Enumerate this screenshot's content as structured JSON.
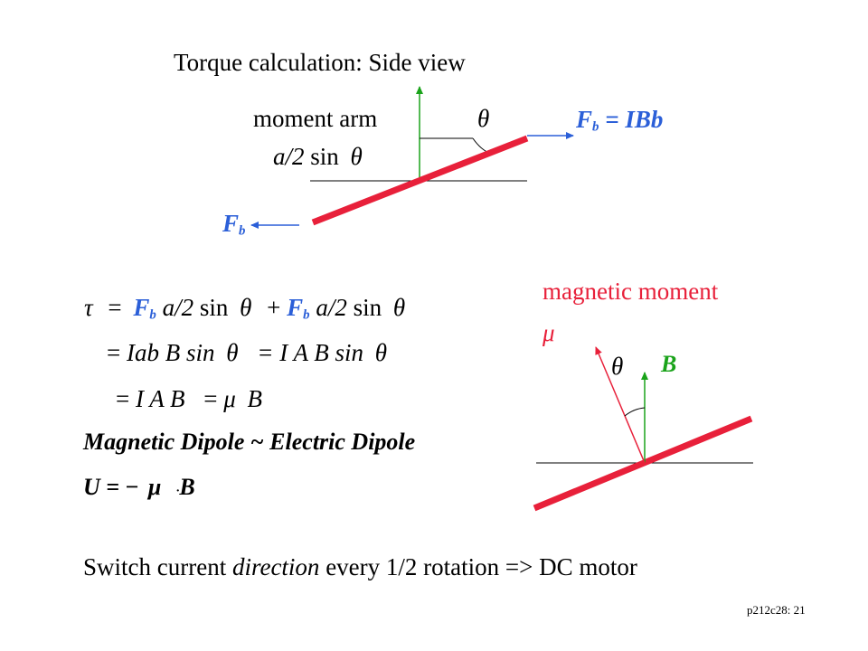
{
  "title": "Torque calculation: Side view",
  "top_diagram": {
    "moment_arm_label": "moment  arm",
    "moment_arm_expr_a": "a/2",
    "moment_arm_expr_b": "sin",
    "theta": "θ",
    "fb_right_F": "F",
    "fb_right_sub": "b",
    "fb_right_eq": "= IBb",
    "fb_left_F": "F",
    "fb_left_sub": "b"
  },
  "equations": {
    "tau": "τ",
    "eq1_eq": "=",
    "eq1_F1": "F",
    "eq1_sub1": "b",
    "eq1_a1": "a/2",
    "eq1_sin1": "sin",
    "eq1_theta1": "θ",
    "eq1_plus": "+",
    "eq1_F2": "F",
    "eq1_sub2": "b",
    "eq1_a2": "a/2",
    "eq1_sin2": "sin",
    "eq1_theta2": "θ",
    "eq2_eq": "=",
    "eq2_text1": "Iab B sin",
    "eq2_theta1": "θ",
    "eq2_text2": "= I A B sin",
    "eq2_theta2": "θ",
    "eq3_eq1": "=",
    "eq3_IA": "I A",
    "eq3_box1": "",
    "eq3_B1": "B",
    "eq3_eq2": "=",
    "eq3_mu": "μ",
    "eq3_box2": "",
    "eq3_B2": "B",
    "dipole": "Magnetic Dipole ~ Electric Dipole",
    "u_prefix": "U =",
    "u_minus": "−",
    "u_mu": "μ",
    "u_dot": "·",
    "u_B": "B"
  },
  "right_diagram": {
    "magnetic_moment_label": "magnetic  moment",
    "mu": "μ",
    "theta": "θ",
    "B": "B"
  },
  "footer": {
    "switch_pre": "Switch current",
    "switch_dir": "direction",
    "switch_post": "every 1/2 rotation => DC motor",
    "slide_id": "p212c28: 21"
  },
  "colors": {
    "coil": "#e8203a",
    "force_arrow": "#2b5fd8",
    "b_field": "#1aa31a",
    "moment_vector": "#e8203a"
  }
}
